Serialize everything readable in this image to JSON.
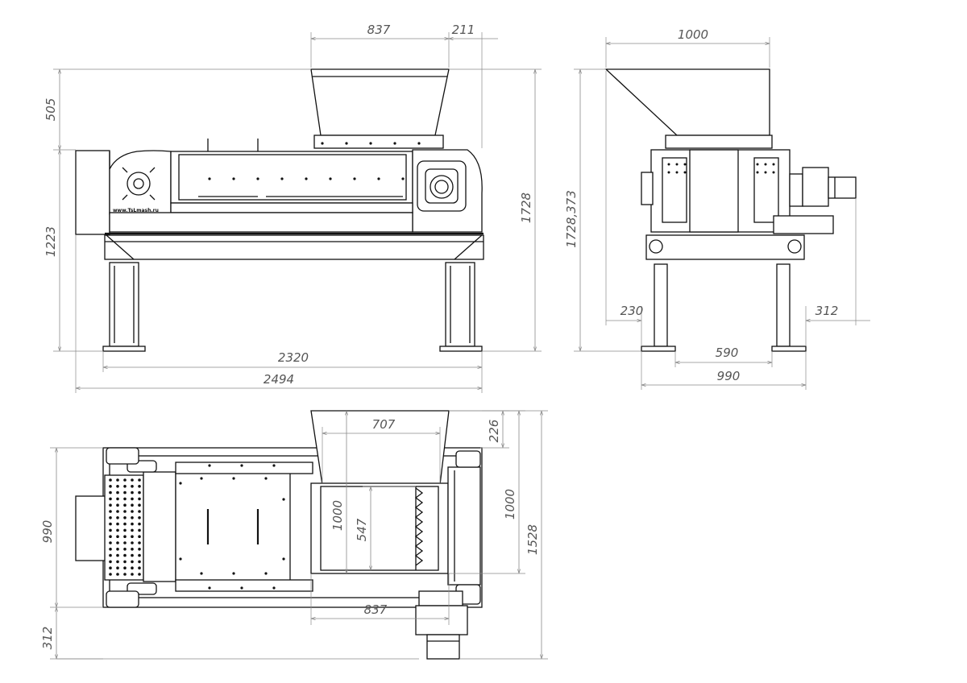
{
  "drawing": {
    "brand_logo_text": "www.TsLmash.ru",
    "front_view": {
      "hopper_width": "837",
      "hopper_offset": "211",
      "hopper_height": "505",
      "body_height": "1223",
      "total_height": "1728",
      "legs_span": "2320",
      "overall_length": "2494"
    },
    "side_view": {
      "hopper_width": "1000",
      "total_height": "1728,373",
      "left_overhang": "230",
      "right_overhang": "312",
      "legs_inner": "590",
      "legs_outer": "990"
    },
    "top_view": {
      "hopper_inner_width": "707",
      "hopper_top": "226",
      "hopper_depth": "1000",
      "hopper_outer_height": "1000",
      "inner_depth": "1000",
      "inner_width": "547",
      "body_width": "990",
      "motor_offset": "312",
      "overall_width": "1528",
      "hopper_bottom_width": "837"
    }
  }
}
